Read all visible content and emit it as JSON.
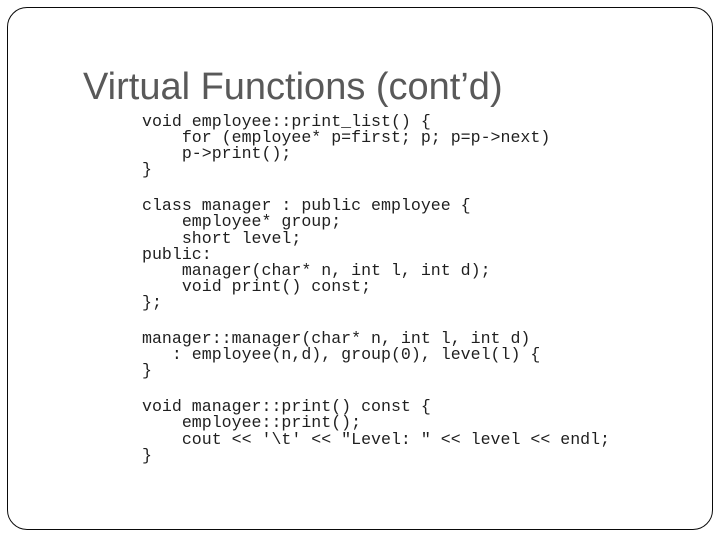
{
  "slide": {
    "title": "Virtual Functions (cont’d)",
    "colors": {
      "background": "#ffffff",
      "border": "#0a0a0a",
      "title_text": "#595959",
      "code_text": "#1f1f1f"
    },
    "code_blocks": [
      {
        "lines": [
          "void employee::print_list() {",
          "    for (employee* p=first; p; p=p->next)",
          "    p->print();",
          "}"
        ]
      },
      {
        "lines": [
          "class manager : public employee {",
          "    employee* group;",
          "    short level;",
          "public:",
          "    manager(char* n, int l, int d);",
          "    void print() const;",
          "};"
        ]
      },
      {
        "lines": [
          "manager::manager(char* n, int l, int d)",
          "   : employee(n,d), group(0), level(l) {",
          "}"
        ]
      },
      {
        "lines": [
          "void manager::print() const {",
          "    employee::print();",
          "    cout << '\\t' << \"Level: \" << level << endl;",
          "}"
        ]
      }
    ]
  }
}
